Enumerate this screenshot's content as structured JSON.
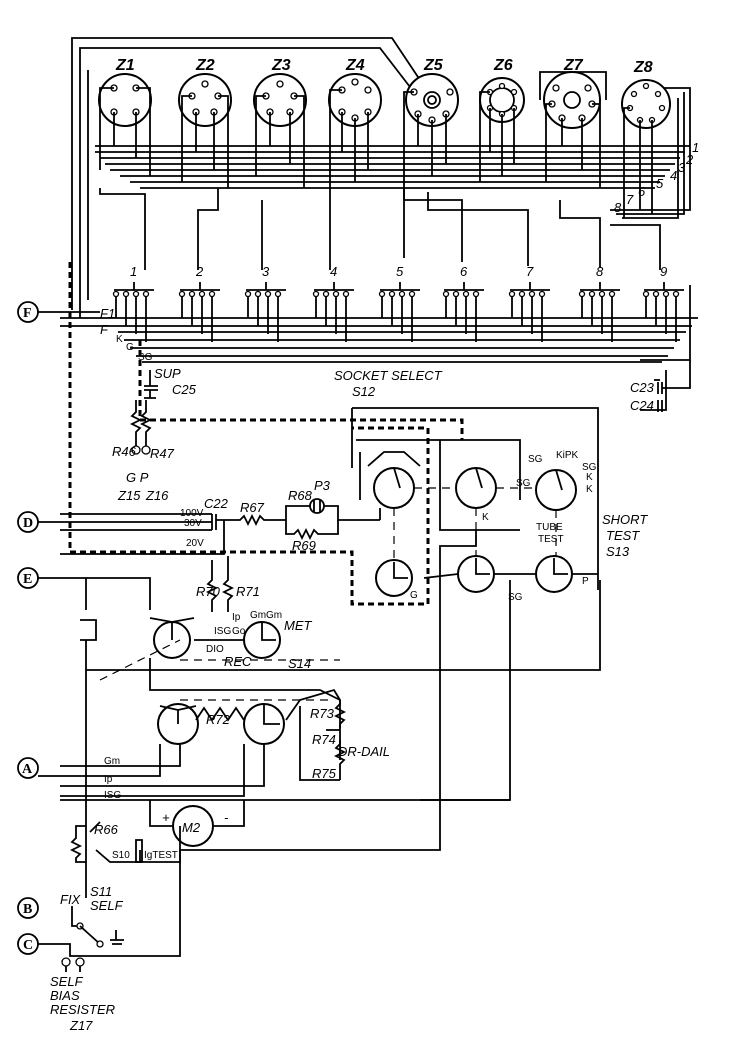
{
  "sockets": [
    "Z1",
    "Z2",
    "Z3",
    "Z4",
    "Z5",
    "Z6",
    "Z7",
    "Z8"
  ],
  "bus_numbers": [
    "1",
    "2",
    "3",
    "4",
    "5",
    "6",
    "7",
    "8"
  ],
  "selector_positions": [
    "1",
    "2",
    "3",
    "4",
    "5",
    "6",
    "7",
    "8",
    "9"
  ],
  "ports": {
    "F": "F",
    "D": "D",
    "E": "E",
    "A": "A",
    "B": "B",
    "C": "C"
  },
  "labels": {
    "f1": "F1",
    "f": "F",
    "k": "K",
    "g": "G",
    "sg": "SG",
    "sup": "SUP",
    "c25": "C25",
    "socket_select": "SOCKET SELECT",
    "s12": "S12",
    "c23": "C23",
    "c24": "C24",
    "r46": "R46",
    "r47": "R47",
    "gp": "G P",
    "z15": "Z15",
    "z16": "Z16",
    "c22": "C22",
    "v100": "100V",
    "v30": "30V",
    "v20": "20V",
    "r67": "R67",
    "r68": "R68",
    "r69": "R69",
    "p3": "P3",
    "sg2": "SG",
    "kipk": "KiPK",
    "sg3": "SG",
    "k2": "K",
    "sg4": "SG",
    "k3": "K",
    "tube": "TUBE",
    "test": "TEST",
    "short": "SHORT",
    "test2": "TEST",
    "s13": "S13",
    "g2": "G",
    "k4": "K",
    "sg5": "SG",
    "p": "P",
    "r70": "R70",
    "r71": "R71",
    "ip": "Ip",
    "gm": "Gm",
    "gm2": "Gm",
    "met": "MET",
    "isg": "ISG",
    "go": "Go",
    "dio": "DIO",
    "rec": "REC",
    "s14": "S14",
    "r72": "R72",
    "r73": "R73",
    "r74": "R74",
    "drdail": "DR-DAIL",
    "r75": "R75",
    "gm3": "Gm",
    "ip2": "Ip",
    "isg2": "ISG",
    "m2": "M2",
    "plus": "+",
    "minus": "-",
    "r66": "R66",
    "s10": "S10",
    "igtest": "IgTEST",
    "fix": "FIX",
    "s11": "S11",
    "self": "SELF",
    "self2": "SELF",
    "bias": "BIAS",
    "resister": "RESISTER",
    "z17": "Z17"
  }
}
